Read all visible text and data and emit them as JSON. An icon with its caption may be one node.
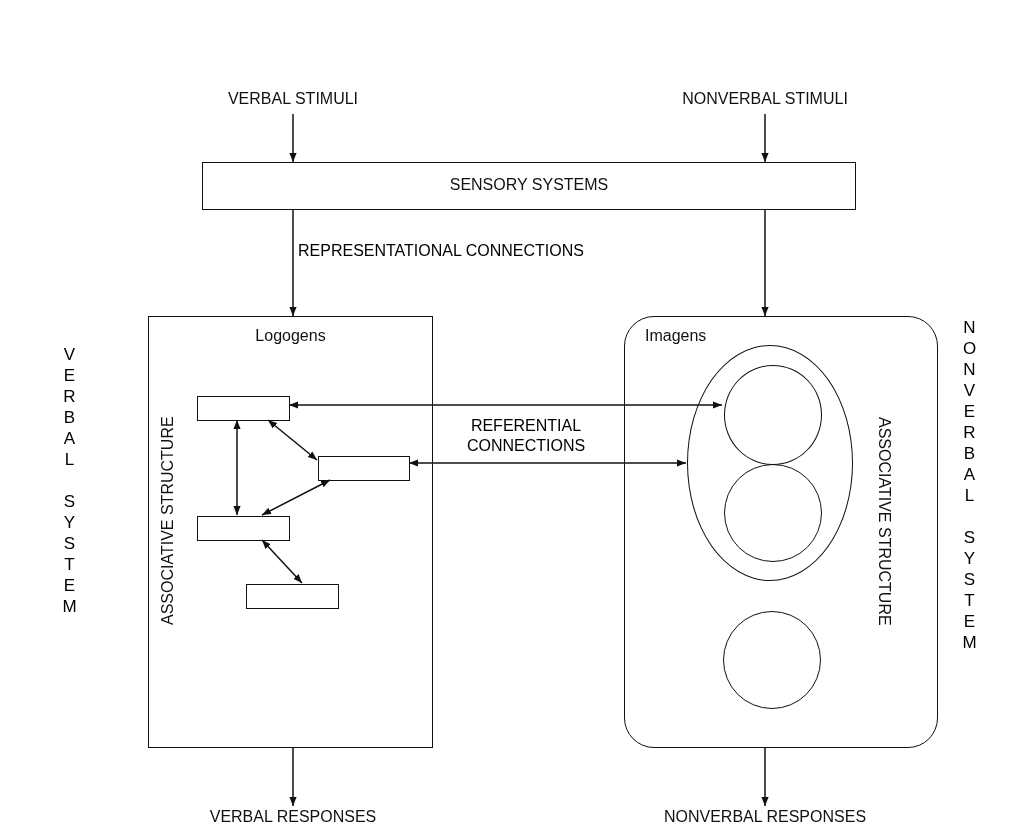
{
  "diagram": {
    "nodes": [
      {
        "text": [
          "VERBAL STIMULI"
        ]
      },
      {
        "text": [
          "NONVERBAL STIMULI"
        ]
      },
      {
        "text": [
          "SENSORY SYSTEMS"
        ]
      },
      {
        "text": [
          "Logogens",
          "ASSOCIATIVE STRUCTURE"
        ]
      },
      {
        "text": [],
        "shape": "box",
        "in": 3
      },
      {
        "text": [],
        "shape": "box",
        "in": 3
      },
      {
        "text": [],
        "shape": "box",
        "in": 3
      },
      {
        "text": [],
        "shape": "box",
        "in": 3
      },
      {
        "text": [
          "Imagens",
          "ASSOCIATIVE STRUCTURE"
        ]
      },
      {
        "text": [],
        "shape": "ellipse",
        "in": 8
      },
      {
        "text": [],
        "shape": "circle",
        "in": 9
      },
      {
        "text": [],
        "shape": "circle",
        "in": 9
      },
      {
        "text": [],
        "shape": "circle",
        "in": 8
      },
      {
        "text": [
          "VERBAL RESPONSES"
        ]
      },
      {
        "text": [
          "NONVERBAL RESPONSES"
        ]
      }
    ],
    "edges": [
      {
        "from": 0,
        "to": 2,
        "arrow": "to"
      },
      {
        "from": 1,
        "to": 2,
        "arrow": "to"
      },
      {
        "from": 2,
        "to": 3,
        "arrow": "to"
      },
      {
        "from": 2,
        "to": 8,
        "arrow": "to"
      },
      {
        "from": 4,
        "to": 10,
        "arrow": "both"
      },
      {
        "from": 5,
        "to": 9,
        "arrow": "both"
      },
      {
        "from": 4,
        "to": 6,
        "arrow": "both"
      },
      {
        "from": 4,
        "to": 5,
        "arrow": "both"
      },
      {
        "from": 6,
        "to": 5,
        "arrow": "both"
      },
      {
        "from": 6,
        "to": 7,
        "arrow": "both"
      },
      {
        "from": 3,
        "to": 13,
        "arrow": "to"
      },
      {
        "from": 8,
        "to": 14,
        "arrow": "to"
      }
    ],
    "labels": [
      "REPRESENTATIONAL CONNECTIONS",
      "VERBAL SYSTEM",
      "REFERENTIAL CONNECTIONS",
      "NONVERBAL SYSTEM"
    ]
  }
}
